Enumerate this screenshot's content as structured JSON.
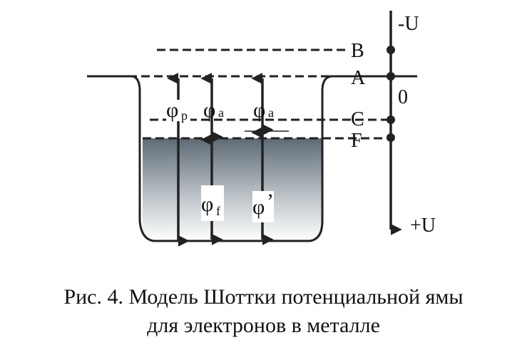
{
  "levels": {
    "B": "B",
    "A": "A",
    "C": "C",
    "F": "F"
  },
  "axis": {
    "top": "-U",
    "zero": "0",
    "bottom": "+U"
  },
  "symbols": {
    "phi": "φ",
    "p": "p",
    "a": "a",
    "a2": "a",
    "f": "f",
    "prime": "’"
  },
  "caption": {
    "line1": "Рис. 4. Модель Шоттки потенциальной ямы",
    "line2": "для электронов в металле"
  }
}
